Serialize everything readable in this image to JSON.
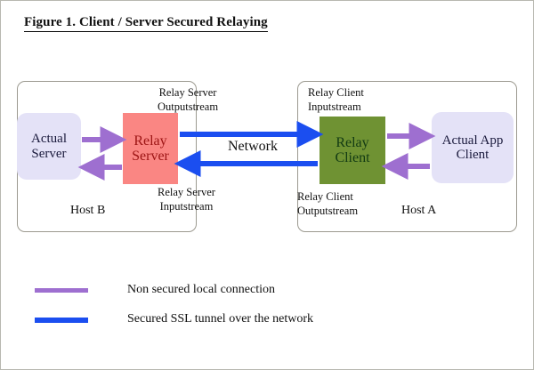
{
  "figure": {
    "title": "Figure 1. Client / Server Secured Relaying"
  },
  "hosts": [
    {
      "id": "host-b",
      "label": "Host B"
    },
    {
      "id": "host-a",
      "label": "Host A"
    }
  ],
  "nodes": [
    {
      "id": "actual-server",
      "line1": "Actual",
      "line2": "Server",
      "fill": "#e4e2f7",
      "text_color": "#1a1a3c"
    },
    {
      "id": "relay-server",
      "line1": "Relay",
      "line2": "Server",
      "fill": "#fa8683",
      "text_color": "#9c1414"
    },
    {
      "id": "relay-client",
      "line1": "Relay",
      "line2": "Client",
      "fill": "#6f9233",
      "text_color": "#123a13"
    },
    {
      "id": "actual-app-client",
      "line1": "Actual App",
      "line2": "Client",
      "fill": "#e4e2f7",
      "text_color": "#1a1a3c"
    }
  ],
  "stream_labels": {
    "relay_server_output": {
      "line1": "Relay Server",
      "line2": "Outputstream"
    },
    "relay_server_input": {
      "line1": "Relay Server",
      "line2": "Inputstream"
    },
    "relay_client_input": {
      "line1": "Relay Client",
      "line2": "Inputstream"
    },
    "relay_client_output": {
      "line1": "Relay Client",
      "line2": "Outputstream"
    }
  },
  "network": {
    "label": "Network"
  },
  "legend": [
    {
      "id": "non-secured",
      "color": "#9e6fd0",
      "text": "Non secured local connection"
    },
    {
      "id": "secured-ssl",
      "color": "#1b4ef0",
      "text": "Secured SSL tunnel over the network"
    }
  ],
  "colors": {
    "purple_arrow": "#9e6fd0",
    "blue_arrow": "#1b4ef0",
    "host_border": "#9c9a90",
    "page_border": "#b8b8b0",
    "background": "#ffffff"
  }
}
